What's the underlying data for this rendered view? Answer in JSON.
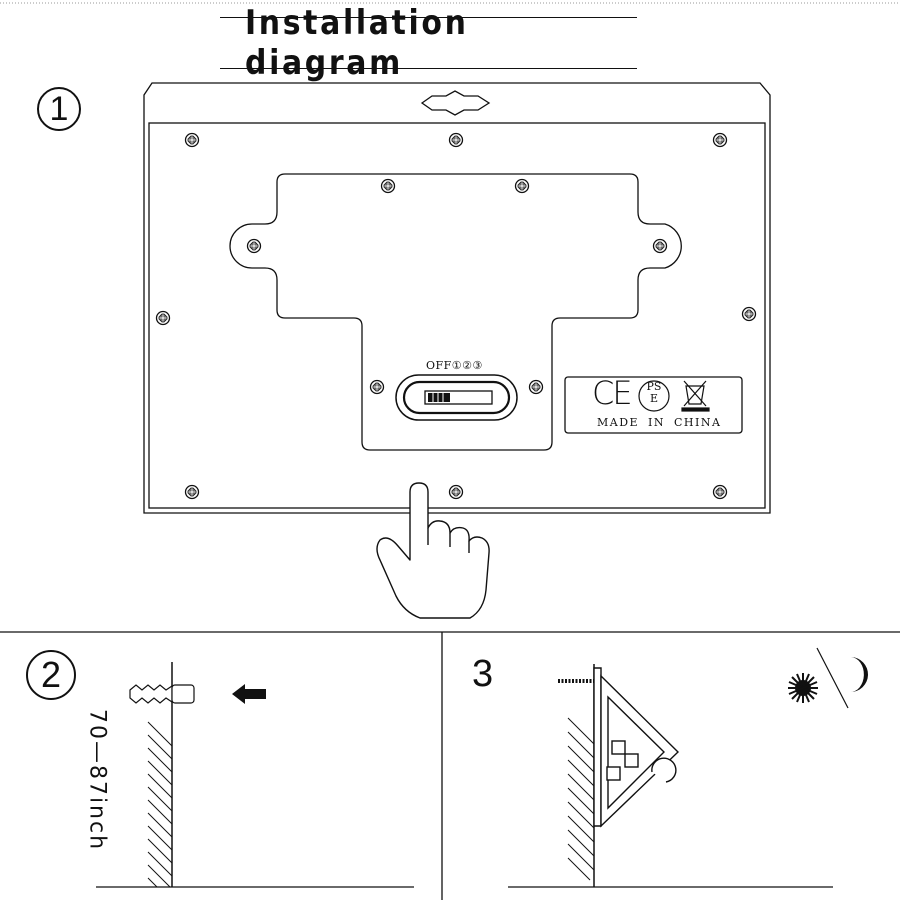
{
  "title": "Installation diagram",
  "steps": {
    "one": "1",
    "two": "2",
    "three": "3"
  },
  "switch": {
    "label": "OFF①②③"
  },
  "certification": {
    "ce": "CE",
    "pse": "PS E",
    "made_in": "MADE IN CHINA"
  },
  "mounting_height": "70—87inch",
  "icons": [
    "hand-pointer-icon",
    "arrow-left-icon",
    "sun-icon",
    "moon-icon",
    "screw-icon",
    "wall-anchor-icon",
    "weee-bin-icon"
  ]
}
